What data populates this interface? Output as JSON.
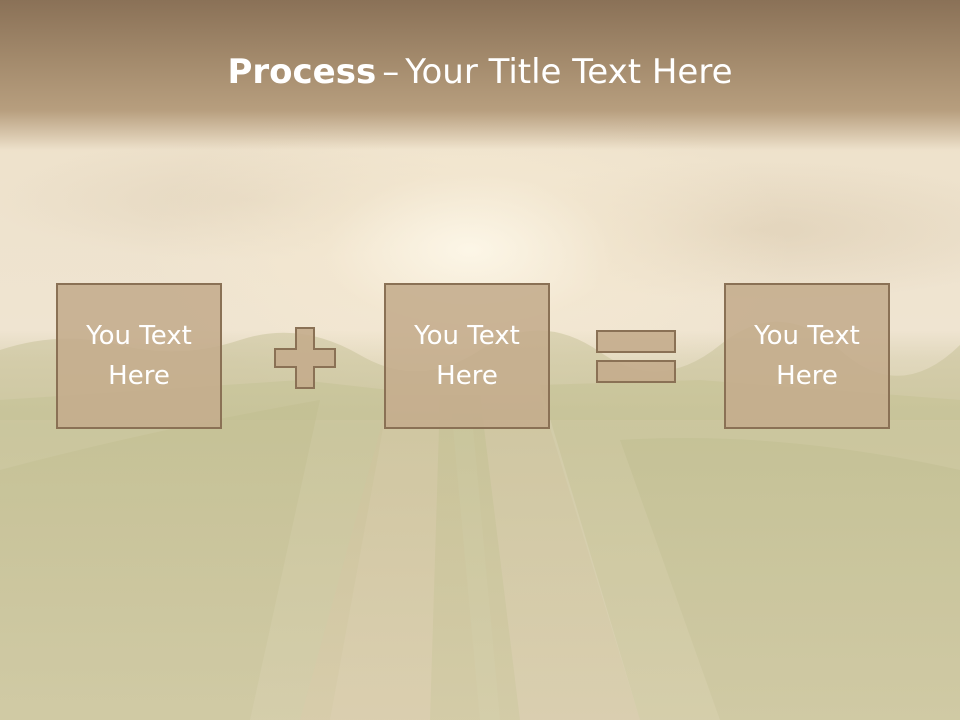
{
  "slide": {
    "title_bold": "Process",
    "title_separator": "–",
    "title_rest": "Your Title Text Here"
  },
  "process": {
    "steps": [
      {
        "label": "You Text Here"
      },
      {
        "label": "You Text Here"
      },
      {
        "label": "You Text Here"
      }
    ],
    "operators": [
      "plus-icon",
      "equals-icon"
    ]
  },
  "colors": {
    "header": "#9c8467",
    "box_fill": "#c4ac8c",
    "box_border": "#8a7155",
    "text": "#ffffff"
  }
}
